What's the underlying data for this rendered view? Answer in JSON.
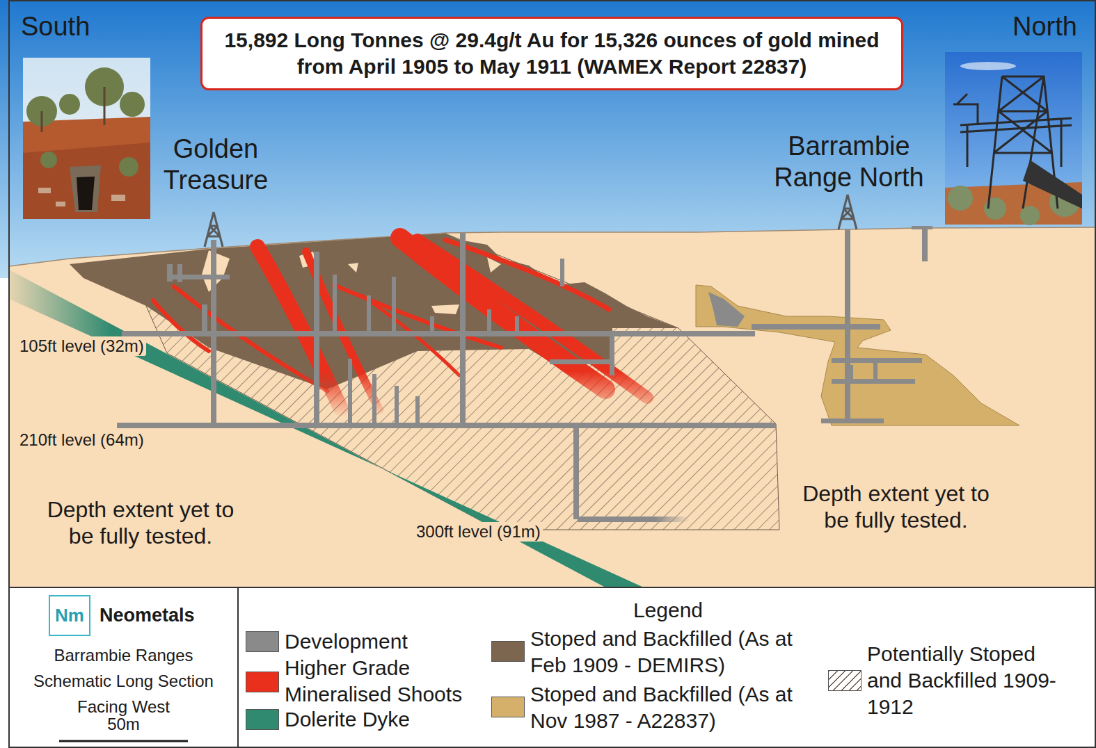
{
  "diagram": {
    "nodes": [
      {
        "text": [
          "15,892 Long Tonnes @ 29.4g/t Au for 15,326 ounces of gold mined from April 1905 to May 1911 (WAMEX Report 22837)"
        ]
      },
      {
        "text": [
          "Nm"
        ]
      }
    ],
    "labels": [
      "South",
      "North",
      "Golden Treasure",
      "Barrambie Range North",
      "105ft level (32m)",
      "210ft level (64m)",
      "Depth extent yet to be fully tested.",
      "Depth extent yet to be fully tested.",
      "300ft level (91m)",
      "Neometals",
      "Barrambie Ranges Schematic Long Section Facing West",
      "50m",
      "Legend"
    ],
    "legend": [
      {
        "text": "Development",
        "color": "#8a8a8a"
      },
      {
        "text": "Higher Grade Mineralised Shoots",
        "color": "#e8301c"
      },
      {
        "text": "Dolerite Dyke",
        "color": "#2f8a70"
      },
      {
        "text": "Stoped and Backfilled (As at Feb 1909 - DEMIRS)",
        "color": "#7d6650"
      },
      {
        "text": "Stoped and Backfilled (As at Nov 1987 - A22837)",
        "color": "#d4b06a"
      },
      {
        "text": "Potentially Stoped and Backfilled 1909-1912"
      }
    ]
  }
}
